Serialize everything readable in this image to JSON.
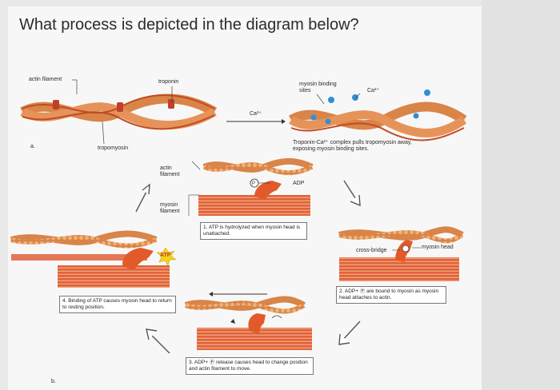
{
  "question": "What process is depicted in the diagram below?",
  "labels": {
    "actin_filament_top": "actin filament",
    "troponin": "troponin",
    "tropomyosin": "tropomyosin",
    "myosin_binding_sites": "myosin binding sites",
    "ca_top": "Ca²⁺",
    "ca_arrow": "Ca²⁺",
    "troponin_caption": "Troponin-Ca²⁺ complex pulls tropomyosin away, exposing myosin binding sites.",
    "part_a": "a.",
    "part_b": "b.",
    "actin_filament_mid": "actin filament",
    "myosin_filament": "myosin filament",
    "atp": "ATP",
    "p_symbol": "P",
    "adp": "ADP",
    "cross_bridge": "cross-bridge",
    "myosin_head": "myosin head"
  },
  "steps": {
    "step1": "1. ATP is hydrolyzed when myosin head is unattached.",
    "step2": "2. ADP+ Ⓟ are bound to myosin as myosin head attaches to actin.",
    "step3": "3. ADP+ Ⓟ release causes head to change position and actin filament to move.",
    "step4": "4. Binding of ATP causes myosin head to return to resting position."
  },
  "colors": {
    "actin": "#d98448",
    "actin_bead_light": "#f0b073",
    "tropomyosin": "#c24b23",
    "myosin": "#e0623a",
    "myosin_stripe": "#f2a27b",
    "myosin_head": "#e25a2a",
    "calcium": "#2f8fd8",
    "atp_star": "#f5d31a",
    "background": "#e9e9ea"
  }
}
